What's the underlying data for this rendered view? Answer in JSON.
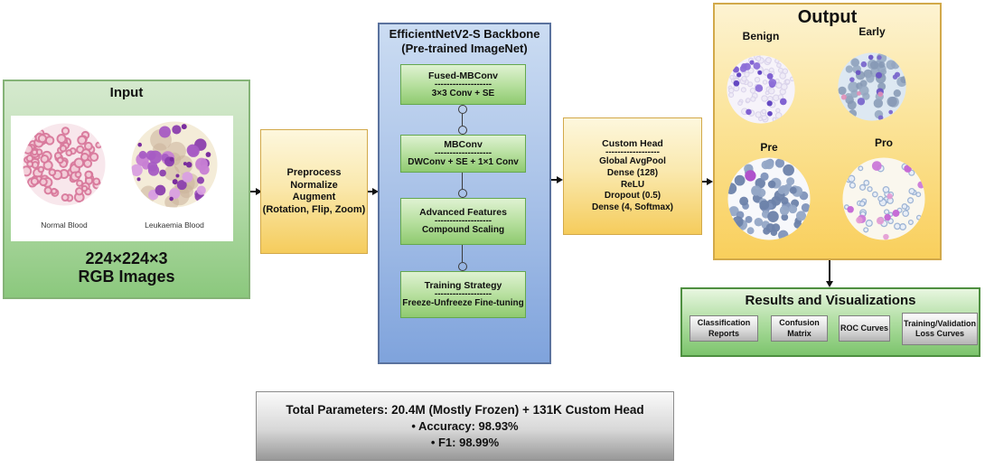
{
  "input": {
    "title": "Input",
    "images": [
      {
        "label": "Normal Blood"
      },
      {
        "label": "Leukaemia Blood"
      }
    ],
    "caption_line1": "224×224×3",
    "caption_line2": "RGB Images"
  },
  "preprocess": {
    "lines": [
      "Preprocess",
      "Normalize",
      "Augment",
      "(Rotation, Flip, Zoom)"
    ]
  },
  "backbone": {
    "title_line1": "EfficientNetV2-S Backbone",
    "title_line2": "(Pre-trained ImageNet)",
    "blocks": [
      {
        "title": "Fused-MBConv",
        "divider": "-------------------",
        "subtitle": "3×3 Conv + SE"
      },
      {
        "title": "MBConv",
        "divider": "-------------------",
        "subtitle": "DWConv + SE + 1×1 Conv"
      },
      {
        "title": "Advanced Features",
        "divider": "-------------------",
        "subtitle": "Compound Scaling"
      },
      {
        "title": "Training Strategy",
        "divider": "-------------------",
        "subtitle": "Freeze-Unfreeze Fine-tuning"
      }
    ]
  },
  "custom_head": {
    "title": "Custom Head",
    "divider": "------------------",
    "lines": [
      "Global AvgPool",
      "Dense (128)",
      "ReLU",
      "Dropout (0.5)",
      "Dense (4, Softmax)"
    ]
  },
  "output": {
    "title": "Output",
    "classes": [
      {
        "label": "Benign"
      },
      {
        "label": "Early"
      },
      {
        "label": "Pre"
      },
      {
        "label": "Pro"
      }
    ]
  },
  "results": {
    "title": "Results and Visualizations",
    "items": [
      "Classification Reports",
      "Confusion Matrix",
      "ROC Curves",
      "Training/Validation Loss Curves"
    ]
  },
  "summary": {
    "lines": [
      "Total Parameters: 20.4M (Mostly Frozen) + 131K Custom Head",
      "• Accuracy: 98.93%",
      "• F1: 98.99%"
    ]
  },
  "colors": {
    "input_green_top": "#d5e9ce",
    "input_green_bottom": "#8bc87d",
    "yellow_top": "#fdf7dd",
    "yellow_bottom": "#f5cc5c",
    "backbone_blue_top": "#cbdcf2",
    "backbone_blue_bottom": "#7fa3dc",
    "block_green_top": "#dff2d2",
    "block_green_bottom": "#8fca70",
    "results_green_bottom": "#7cc46c",
    "gray_box_bottom": "#989898",
    "arrow": "#111111"
  }
}
